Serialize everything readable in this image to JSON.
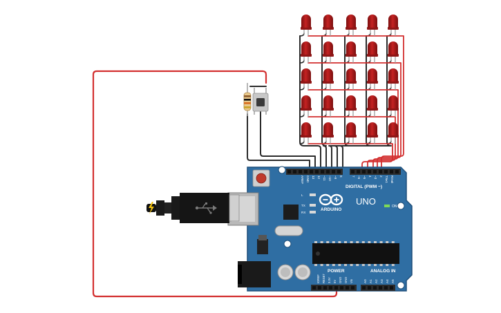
{
  "board": {
    "model": "UNO",
    "brand": "ARDUINO",
    "digital_header_label": "DIGITAL (PWM ~)",
    "power_header_label": "POWER",
    "analog_header_label": "ANALOG IN",
    "on_label": "ON",
    "led_labels": [
      "L",
      "TX",
      "RX"
    ],
    "aref_label": "AREF",
    "gnd_label": "GND",
    "digital_pins": [
      "13",
      "12",
      "~11",
      "~10",
      "~9",
      "8",
      "7",
      "~6",
      "~5",
      "4",
      "~3",
      "2",
      "TX▸1",
      "RX◂0"
    ],
    "power_pins": [
      "IOREF",
      "RESET",
      "3.3V",
      "5V",
      "GND",
      "GND",
      "Vin"
    ],
    "analog_pins": [
      "A0",
      "A1",
      "A2",
      "A3",
      "A4",
      "A5"
    ]
  },
  "components": {
    "led_matrix": {
      "rows": 5,
      "columns": 5,
      "color": "#b31b1b"
    },
    "resistor": {
      "bands": [
        "#8b5a2b",
        "#111111",
        "#d96a1b",
        "#c9a227"
      ]
    },
    "pushbutton": {},
    "usb_cable": {},
    "power_jack": {}
  },
  "colors": {
    "board": "#2f6ea3",
    "board_dark": "#1f4f7a",
    "wire_red": "#d32f2f",
    "wire_black": "#2a2a2a",
    "header": "#2b2b2b",
    "led": "#b31b1b"
  }
}
